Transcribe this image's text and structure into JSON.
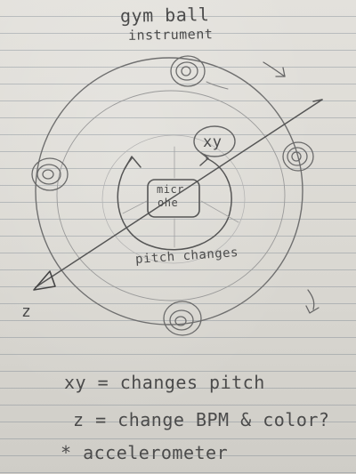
{
  "title": {
    "line1": "gym ball",
    "line2": "instrument"
  },
  "diagram": {
    "center_label_line1": "micr",
    "center_label_line2": "ohe",
    "xy_label": "xy",
    "pitch_label": "pitch changes",
    "z_label": "z"
  },
  "notes": {
    "xy_note": "xy = changes pitch",
    "z_note": "z = change BPM & color?",
    "sensor_note": "* accelerometer"
  }
}
